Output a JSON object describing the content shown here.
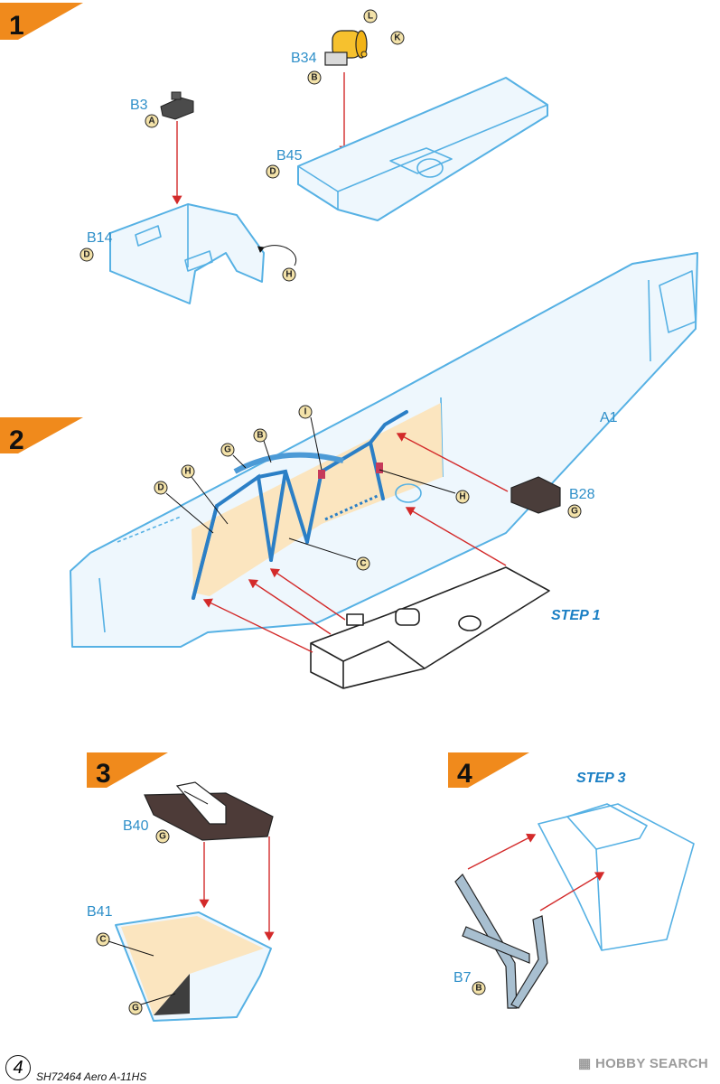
{
  "steps": [
    {
      "number": "1"
    },
    {
      "number": "2"
    },
    {
      "number": "3"
    },
    {
      "number": "4"
    }
  ],
  "parts": {
    "b3": "B3",
    "b34": "B34",
    "b45": "B45",
    "b14": "B14",
    "a1": "A1",
    "b28": "B28",
    "b40": "B40",
    "b41": "B41",
    "b7": "B7"
  },
  "paint": {
    "a": "A",
    "b": "B",
    "c": "C",
    "d": "D",
    "g": "G",
    "h": "H",
    "i": "I",
    "k": "K",
    "l": "L"
  },
  "references": {
    "step_ref_1": "STEP 1",
    "step_ref_3": "STEP 3"
  },
  "footer": {
    "page": "4",
    "title": "SH72464 Aero A-11HS",
    "brand": "HOBBY SEARCH"
  },
  "colors": {
    "accent_orange": "#f08a1c",
    "part_blue": "#56b1e4",
    "arrow_red": "#d32a2a",
    "cream": "#fbe5bf",
    "dark_grey": "#4a4a4a"
  }
}
